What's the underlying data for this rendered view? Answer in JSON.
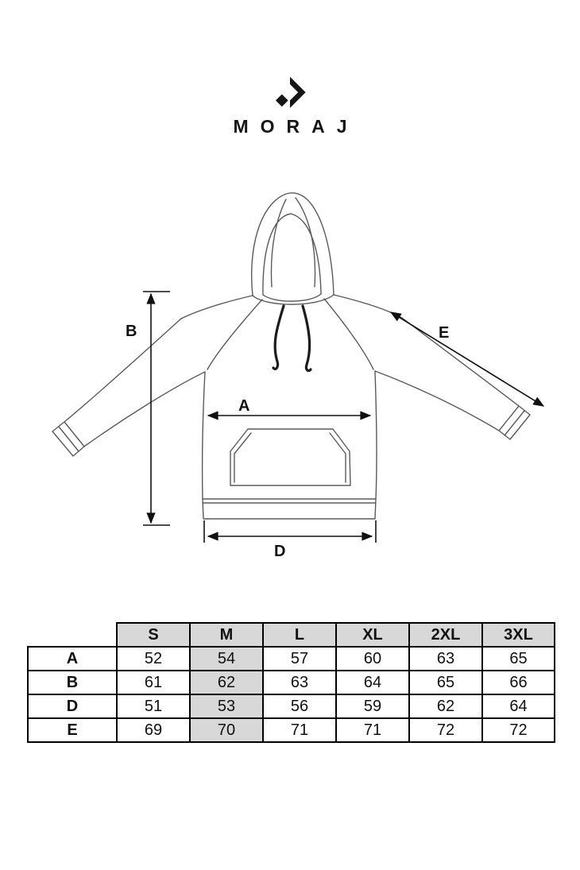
{
  "brand": {
    "name": "MORAJ",
    "logo_icon": "diamond-arrow"
  },
  "diagram": {
    "labels": {
      "chest_width": "A",
      "length": "B",
      "hem_width": "D",
      "sleeve_length": "E"
    }
  },
  "size_table": {
    "columns": [
      "S",
      "M",
      "L",
      "XL",
      "2XL",
      "3XL"
    ],
    "highlighted_column": "M",
    "rows": [
      {
        "label": "A",
        "values": [
          "52",
          "54",
          "57",
          "60",
          "63",
          "65"
        ]
      },
      {
        "label": "B",
        "values": [
          "61",
          "62",
          "63",
          "64",
          "65",
          "66"
        ]
      },
      {
        "label": "D",
        "values": [
          "51",
          "53",
          "56",
          "59",
          "62",
          "64"
        ]
      },
      {
        "label": "E",
        "values": [
          "69",
          "70",
          "71",
          "71",
          "72",
          "72"
        ]
      }
    ]
  },
  "colors": {
    "table_highlight": "#d8d8d8",
    "line_art": "#5a5a5a",
    "ink": "#111111"
  }
}
